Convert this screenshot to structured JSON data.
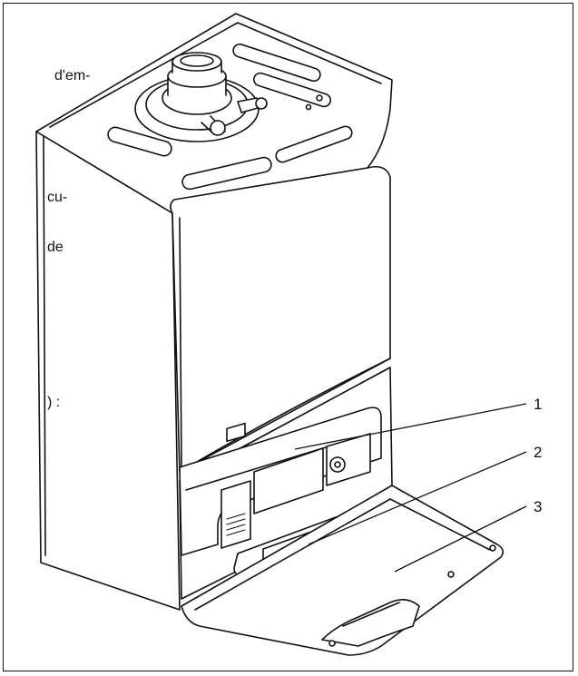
{
  "text_fragments": [
    "d'em-",
    "cu-",
    "de",
    ") :"
  ],
  "callouts": [
    "1",
    "2",
    "3"
  ]
}
